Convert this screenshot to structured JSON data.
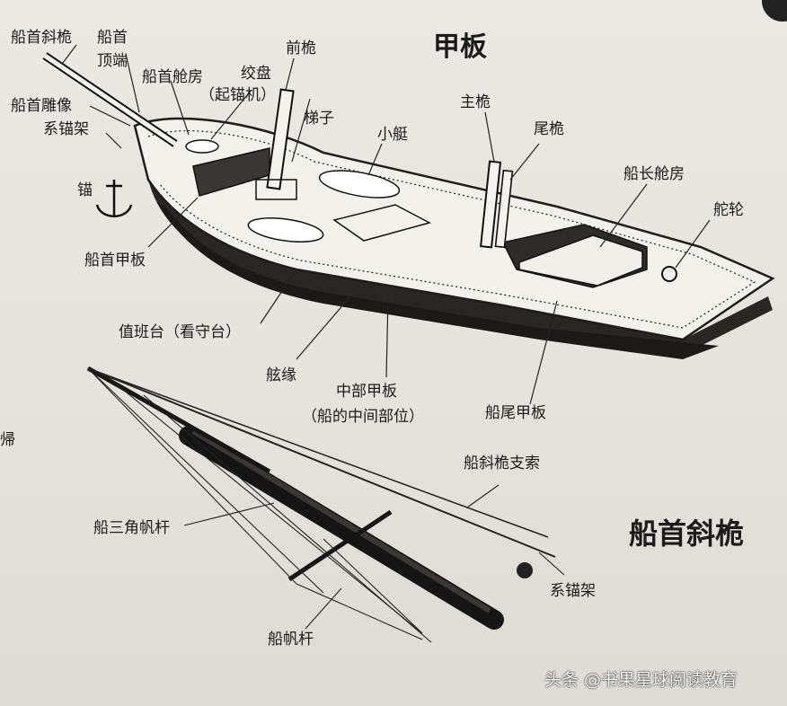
{
  "deck_section": {
    "title": "甲板",
    "labels": {
      "bowsprit_top": "船首斜桅",
      "bowsprit_top_end": "船首",
      "top_end_2": "顶端",
      "bow_cabin": "船首舱房",
      "capstan": "绞盘",
      "windlass": "（起锚机）",
      "foremast": "前桅",
      "figurehead": "船首雕像",
      "cathead": "系锚架",
      "ladder": "梯子",
      "boat": "小艇",
      "mainmast": "主桅",
      "mizzen": "尾桅",
      "anchor": "锚",
      "captain_cabin": "船长舱房",
      "wheel": "舵轮",
      "forecastle": "船首甲板",
      "watch_platform": "值班台（看守台）",
      "gunwale": "舷缘",
      "waist": "中部甲板",
      "waist_note": "（船的中间部位）",
      "quarterdeck": "船尾甲板",
      "side_cut": "帰"
    }
  },
  "bowsprit_section": {
    "title": "船首斜桅",
    "labels": {
      "bowsprit_stay": "船斜桅支索",
      "jib_boom": "船三角帆杆",
      "cathead": "系锚架",
      "spritsail_yard": "船帆杆"
    }
  },
  "watermark": "头条 @书果星球阅读教育"
}
